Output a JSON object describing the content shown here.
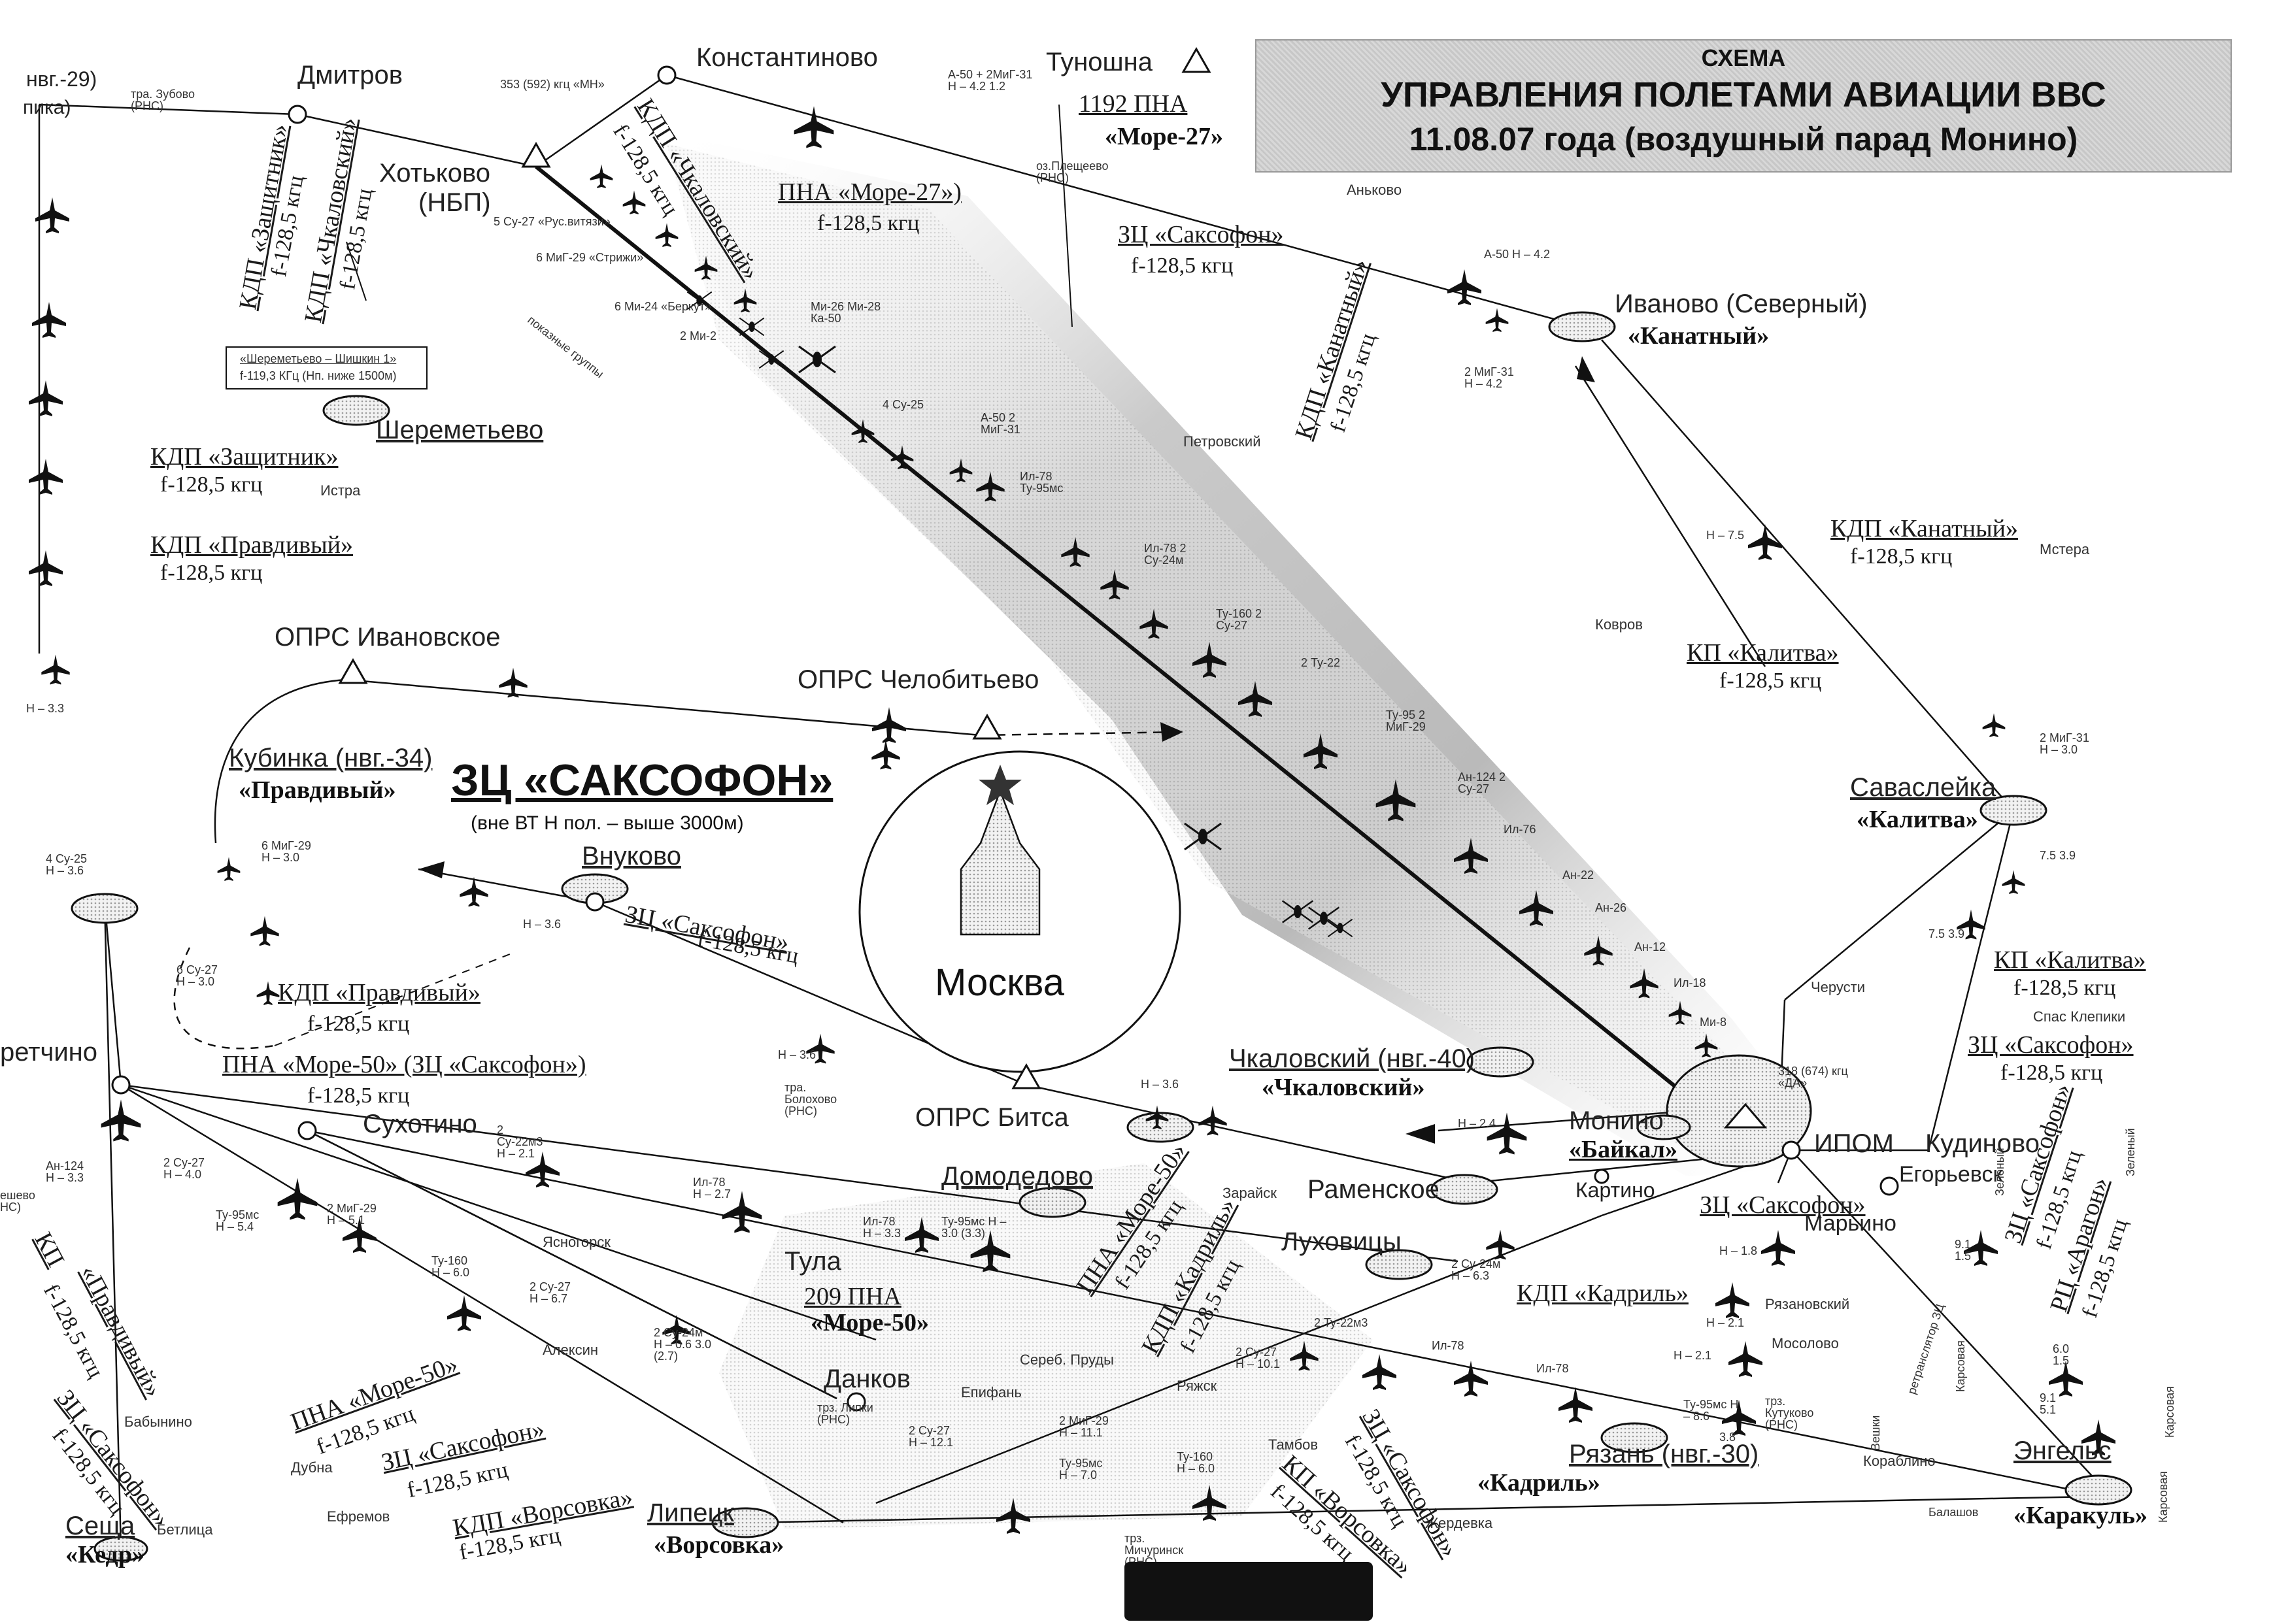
{
  "title": {
    "line0": "СХЕМА",
    "line1": "УПРАВЛЕНИЯ ПОЛЕТАМИ АВИАЦИИ ВВС",
    "line2": "11.08.07 года (воздушный парад Монино)"
  },
  "moscow": {
    "label": "Москва"
  },
  "zone": {
    "title": "ЗЦ «САКСОФОН»",
    "note": "(вне ВТ Н пол. – выше 3000м)"
  },
  "places": {
    "dmitrov": "Дмитров",
    "konstantinovo": "Константиново",
    "tunoshna": "Туношна",
    "khotkovo": "Хотьково",
    "nbp": "(НБП)",
    "ivanovskoe": "ОПРС  Ивановское",
    "chelobityevo": "ОПРС  Челобитьево",
    "bitsa": "ОПРС Битса",
    "vnukovo": "Внуково",
    "sheremetyevo": "Шереметьево",
    "kubinka": "Кубинка (нвг.-34)",
    "chkalovsky": "Чкаловский (нвг.-40)",
    "monino": "Монино",
    "ipom": "ИПОМ",
    "kudinovo": "Кудиново",
    "yegoryevsk": "Егорьевск",
    "ramenskoe": "Раменское",
    "kartino": "Картино",
    "sukhotino": "Сухотино",
    "domodedovo": "Домодедово",
    "lukhovitsy": "Луховицы",
    "tula": "Тула",
    "dankov": "Данков",
    "lipetsk": "Липецк",
    "seshcha": "Сеща",
    "ryazan": "Рязань (нвг.-30)",
    "engels": "Энгельс",
    "ivanovo": "Иваново (Северный)",
    "savasleyka": "Саваслейка",
    "marino": "Марьино",
    "rechino": "ретчино",
    "nvg29": "нвг.-29)",
    "ankovo": "Аньково",
    "petrovsky": "Петровский",
    "kovrov": "Ковров",
    "mstera": "Мстера",
    "cherusti": "Черусти",
    "spas": "Спас Клепики",
    "zaraysk": "Зарайск",
    "yasnogorsk": "Ясногорск",
    "aleksin": "Алексин",
    "babynino": "Бабынино",
    "dubna": "Дубна",
    "efremov": "Ефремов",
    "betlitsa": "Бетлица",
    "epifan": "Епифань",
    "sereb": "Сереб. Пруды",
    "ryazhsk": "Ряжск",
    "tambov": "Тамбов",
    "ryazanovsky": "Рязановский",
    "mosolovo": "Мосолово",
    "korablino": "Кораблино",
    "zherdevka": "Жердевка",
    "istra": "Истра"
  },
  "callsigns": {
    "kanatny": "«Канатный»",
    "kalitva": "«Калитва»",
    "pravdivy": "«Правдивый»",
    "chkalovsky": "«Чкаловский»",
    "baikal": "«Байкал»",
    "more27": "«Море-27»",
    "more50": "«Море-50»",
    "kadril": "«Кадриль»",
    "vorsovka": "«Ворсовка»",
    "karakul": "«Каракуль»",
    "kedr": "«Кедр»"
  },
  "pna": {
    "p1192": "1192 ПНА",
    "p209": "209 ПНА"
  },
  "signals": {
    "kdp_zaschitnik_v": "КДП «Защитник»",
    "kdp_chkalovsky_v": "КДП «Чкаловский»",
    "kdp_chkalovsky_diag": "КДП «Чкаловский»",
    "kdp_zaschitnik": "КДП «Защитник»",
    "kdp_pravdivy": "КДП «Правдивый»",
    "kdp_pravdivy2": "КДП «Правдивый»",
    "pna_more27": "ПНА «Море-27»)",
    "zc_saksofon_top": "ЗЦ «Саксофон»",
    "kdp_kanatny_v": "КДП «Канатный»",
    "kdp_kanatny": "КДП «Канатный»",
    "kp_kalitva": "КП «Калитва»",
    "kp_kalitva2": "КП «Калитва»",
    "zc_saksofon_vnukovo": "ЗЦ «Саксофон»",
    "zc_saksofon_right": "ЗЦ «Саксофон»",
    "pna_more50_top": "ПНА «Море-50» (ЗЦ «Саксофон»)",
    "zc_saksofon_ipom": "ЗЦ «Саксофон»",
    "zc_saksofon_vert": "ЗЦ «Саксофон»",
    "rc_aragon_vert": "РЦ «Арагон»",
    "pna_more50_diag": "ПНА «Море-50»",
    "kdp_kadril_diag": "КДП «Кадриль»",
    "kdp_kadril": "КДП «Кадриль»",
    "kp_left": "КП",
    "pravdivy_left": "«Правдивый»",
    "zc_saksofon_left": "ЗЦ «Саксофон»",
    "pna_more50_low": "ПНА «Море-50»",
    "zc_saksofon_low": "ЗЦ «Саксофон»",
    "kdp_vorsovka": "КДП «Ворсовка»",
    "zc_saksofon_lowright": "ЗЦ «Саксофон»",
    "kp_vorsovka": "КП «Ворсовка»",
    "sheremetyevo_box": "«Шереметьево – Шишкин 1»",
    "sheremetyevo_box2": "f-119,3 КГц (Нп. ниже 1500м)"
  },
  "freq": {
    "f1285": "f-128,5 кгц"
  },
  "aircraft_notes": {
    "n1": "353 (592) кгц «МН»",
    "n2": "5 Су-27 «Рус.витязи»",
    "n3": "6 МиГ-29 «Стрижи»",
    "n4": "6 Ми-24 «Беркут»",
    "n5": "2 Ми-2",
    "n6": "Ми-26 Ми-28 Ка-50",
    "n7": "4 Су-25",
    "n8": "А-50 2 МиГ-31",
    "n9": "Ил-78 Ту-95мс",
    "n10": "Ил-78 2 Су-24м",
    "n11": "Ту-160 2 Су-27",
    "n12": "2 Ту-22",
    "n13": "Ту-95 2 МиГ-29",
    "n14": "Ан-124 2 Су-27",
    "n15": "Ил-76",
    "n16": "Ан-22",
    "n17": "Ан-26",
    "n18": "Ан-12",
    "n19": "Ил-18",
    "n20": "Ми-8",
    "n21": "318 (674) кгц «ДА»",
    "n22": "А-50 + 2МиГ-31 Н – 4.2 1.2",
    "n23": "оз.Плещеево (РНС)",
    "n24": "тра. Зубово (РНС)",
    "n25": "А-50 Н – 4.2",
    "n26": "2 МиГ-31 Н – 4.2",
    "n27": "Н – 7.5",
    "n28": "2 МиГ-31 Н – 3.0",
    "n29": "7.5 3.9",
    "n30": "7.5 3.9",
    "n31": "6 МиГ-29 Н – 3.0",
    "n32": "4 Су-25 Н – 3.6",
    "n33": "6 Су-27 Н – 3.0",
    "n34": "Н – 3.6",
    "n35": "Н – 3.6",
    "n36": "Н – 3.6",
    "n37": "Н – 2.4",
    "n38": "тра. Болохово (РНС)",
    "n39": "Ан-124 Н – 3.3",
    "n40": "2 Су-27 Н – 4.0",
    "n41": "Ту-95мс Н – 5.4",
    "n42": "2 МиГ-29 Н – 5.1",
    "n43": "2 Су-22м3 Н – 2.1",
    "n44": "Ил-78 Н – 2.7",
    "n45": "Ил-78 Н – 3.3",
    "n46": "Ту-95мс Н – 3.0 (3.3)",
    "n47": "Ту-160 Н – 6.0",
    "n48": "2 Су-27 Н – 6.7",
    "n49": "2 Су-24м Н – 0.6 3.0 (2.7)",
    "n50": "2 Су-24м Н – 6.3",
    "n51": "2 Су-27 Н – 10.1",
    "n52": "2 Су-27 Н – 12.1",
    "n53": "2 МиГ-29 Н – 11.1",
    "n54": "Ту-95мс Н – 7.0",
    "n55": "Ту-160 Н – 6.0",
    "n56": "2 Ту-22м3",
    "n57": "Ил-78",
    "n58": "Ил-78",
    "n59": "Ту-95мс Н – 8.6",
    "n60": "3.8",
    "n61": "Н – 1.8",
    "n62": "Н – 2.1",
    "n63": "Н – 2.1",
    "n64": "9.1 1.5",
    "n65": "6.0 1.5",
    "n66": "9.1 5.1",
    "n67": "трз. Липки (РНС)",
    "n68": "трз. Мичуринск (РНС)",
    "n69": "трз. Кутуково (РНС)",
    "n70": "Н – 3.3",
    "n71": "ретранслятор ЗЦ",
    "n72": "Зеленый",
    "n73": "Карсовая",
    "n74": "Вешки",
    "n75": "Балашов",
    "n76": "Карсовая",
    "n77": "Карсовая",
    "n78": "Зеленый",
    "n79": "показные группы",
    "n80": "ешево НС)",
    "n81": "пика)"
  },
  "icons": {
    "aircraft": "aircraft-icon",
    "helicopter": "helicopter-icon",
    "star": "kremlin-star-icon",
    "tower": "kremlin-tower-icon",
    "beacon": "radio-beacon-icon",
    "airfield": "airfield-icon",
    "waypoint": "waypoint-icon"
  },
  "colors": {
    "ink": "#111111",
    "shade": "#b8b8b8",
    "paper": "#ffffff"
  }
}
